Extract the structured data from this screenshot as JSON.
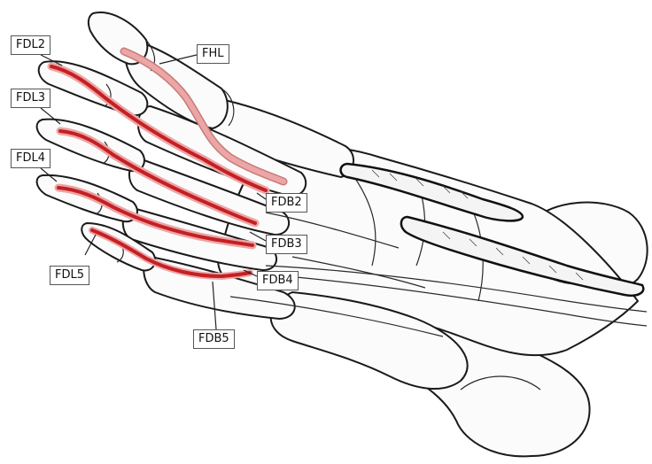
{
  "labels": {
    "fdl2": "FDL2",
    "fdl3": "FDL3",
    "fdl4": "FDL4",
    "fdl5": "FDL5",
    "fhl": "FHL",
    "fdb2": "FDB2",
    "fdb3": "FDB3",
    "fdb4": "FDB4",
    "fdb5": "FDB5"
  },
  "colors": {
    "tendon_fill": "#e9a5a5",
    "tendon_core": "#c51f24",
    "bone_outline": "#1a1a1a",
    "bone_fill": "#fbfbfb"
  }
}
